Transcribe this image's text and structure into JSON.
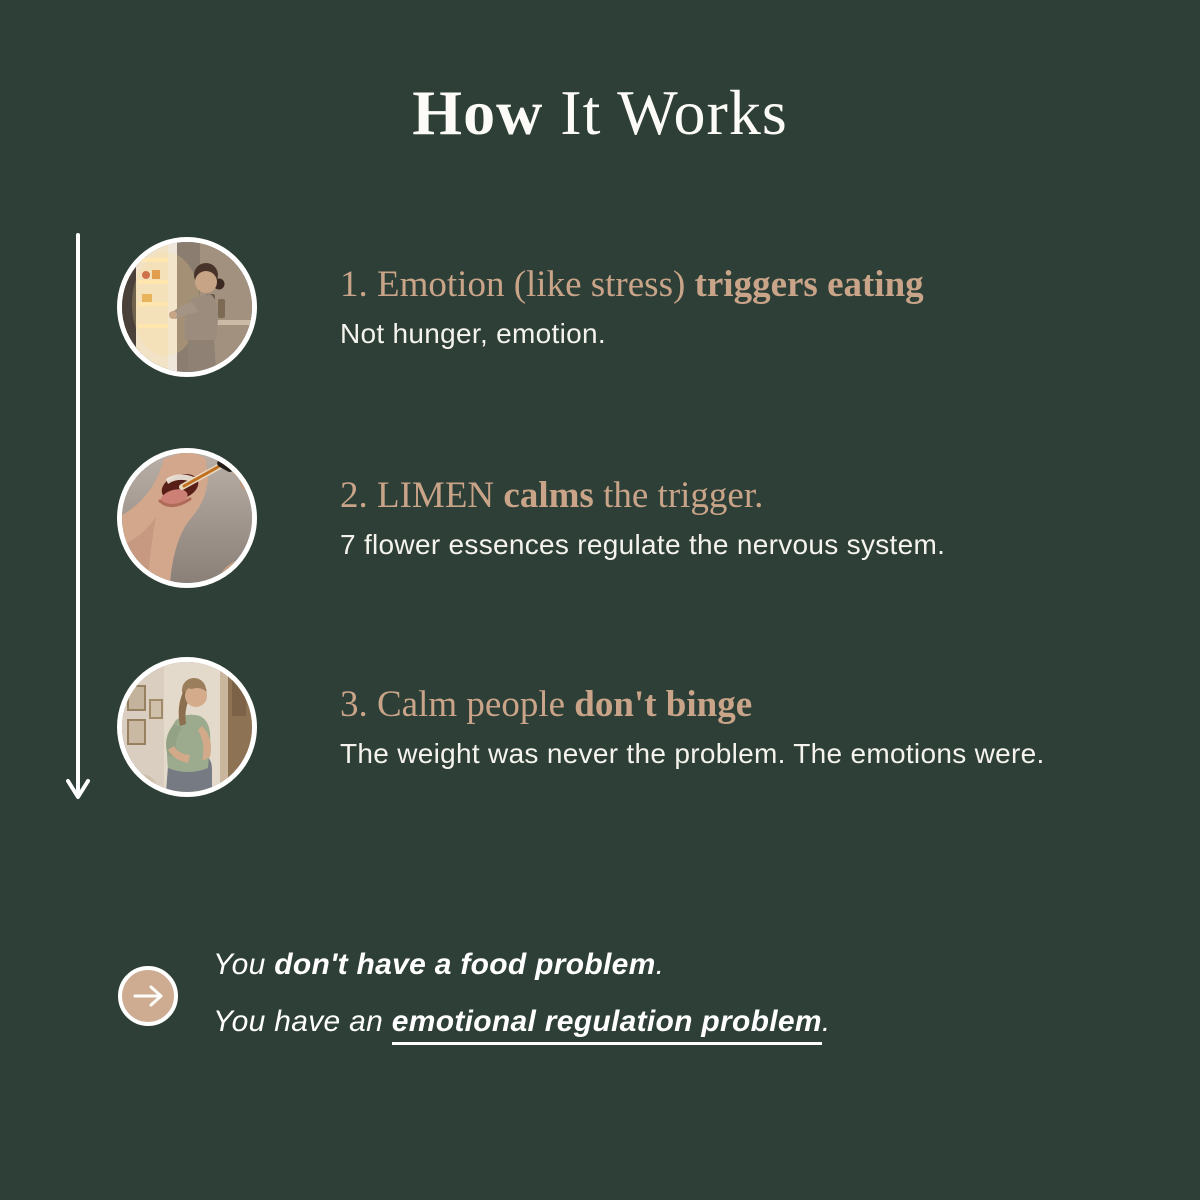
{
  "theme": {
    "background": "#2d3f36",
    "accent_tan": "#c9a489",
    "badge_fill": "#cdac91",
    "text_white": "#f5f3ed",
    "photo_border": "#ffffff"
  },
  "title": {
    "bold": "How",
    "rest": " It Works"
  },
  "icons": {
    "timeline": "down-arrow",
    "badge": "right-arrow-circle"
  },
  "steps": [
    {
      "photo": "woman opening fridge at night",
      "heading_pre": "1. Emotion (like stress) ",
      "heading_bold": "triggers eating",
      "heading_post": "",
      "subtitle": "Not hunger, emotion."
    },
    {
      "photo": "woman taking flower essence drops from dropper",
      "heading_pre": "2. LIMEN ",
      "heading_bold": "calms",
      "heading_post": " the trigger.",
      "subtitle": "7 flower essences regulate the nervous system."
    },
    {
      "photo": "calm woman with hands on hips at home",
      "heading_pre": "3. Calm people ",
      "heading_bold": "don't binge",
      "heading_post": "",
      "subtitle": "The weight was never the problem. The emotions were."
    }
  ],
  "conclusion": {
    "line1_pre": "You ",
    "line1_bold": "don't have a food problem",
    "line1_post": ".",
    "line2_pre": "You have an ",
    "line2_bold": "emotional regulation problem",
    "line2_post": "."
  }
}
